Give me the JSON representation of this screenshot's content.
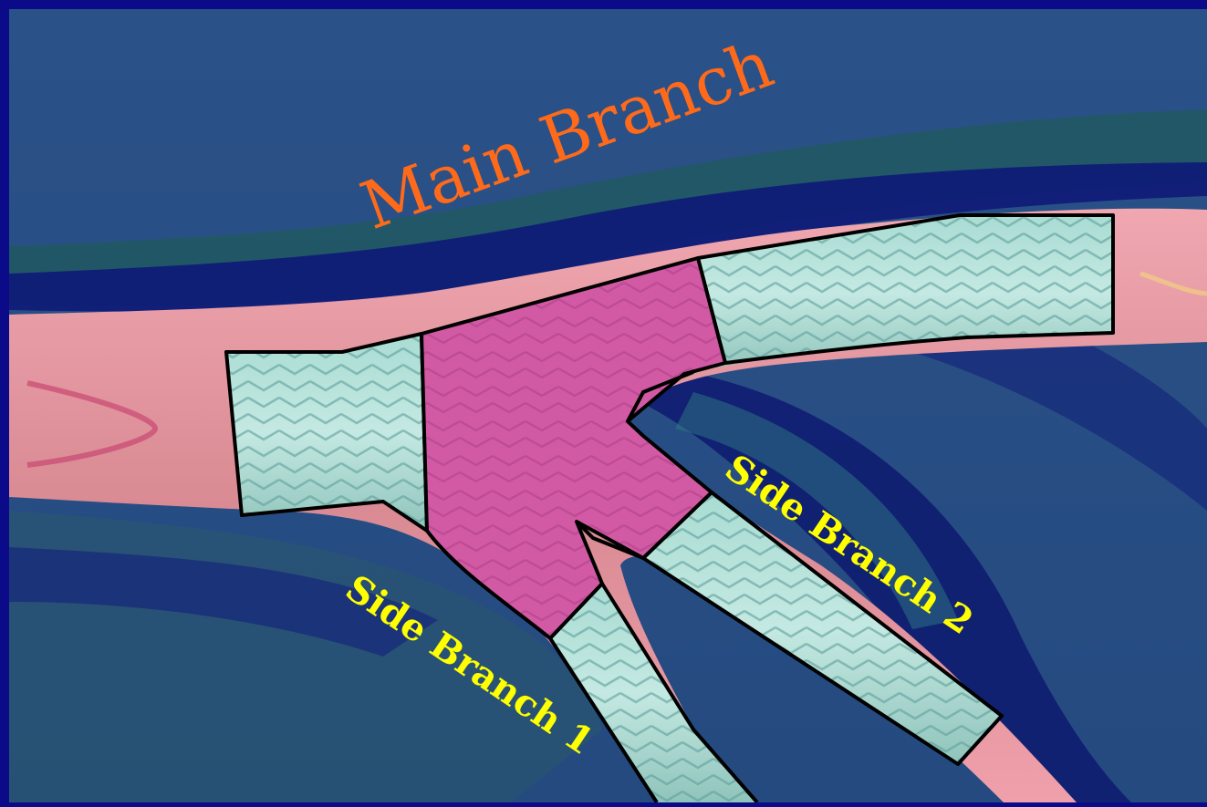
{
  "labels": {
    "main_branch": "Main Branch",
    "side_branch_1": "Side Branch 1",
    "side_branch_2": "Side Branch 2"
  },
  "colors": {
    "frame": "#0b0b8a",
    "background": "#2a4f86",
    "vessel": "#e08a9a",
    "stent": "#9fd0c8",
    "stent_pattern": "#5f9f9a",
    "carina_stent": "#d25aa4",
    "main_label": "#ff6a1a",
    "side_label": "#ffff00"
  }
}
